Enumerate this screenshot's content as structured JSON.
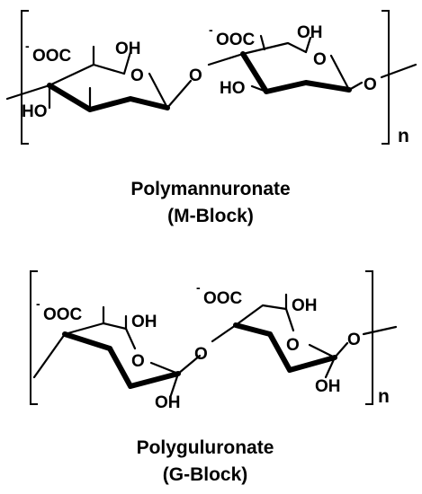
{
  "structures": [
    {
      "name": "Polymannuronate",
      "block": "(M-Block)",
      "repeat": "n",
      "labels": {
        "coo1": "OOC",
        "oh1": "OH",
        "ho1": "HO",
        "o_ring1": "O",
        "o_link": "O",
        "coo2": "OOC",
        "oh2": "OH",
        "ho2": "HO",
        "o_ring2": "O",
        "o_end": "O"
      },
      "charge": "-"
    },
    {
      "name": "Polyguluronate",
      "block": "(G-Block)",
      "repeat": "n",
      "labels": {
        "coo1": "OOC",
        "oh1": "OH",
        "o_ring1": "O",
        "oh1b": "OH",
        "o_link": "O",
        "coo2": "OOC",
        "oh2": "OH",
        "o_ring2": "O",
        "oh2b": "OH",
        "o_end": "O"
      },
      "charge": "-"
    }
  ]
}
